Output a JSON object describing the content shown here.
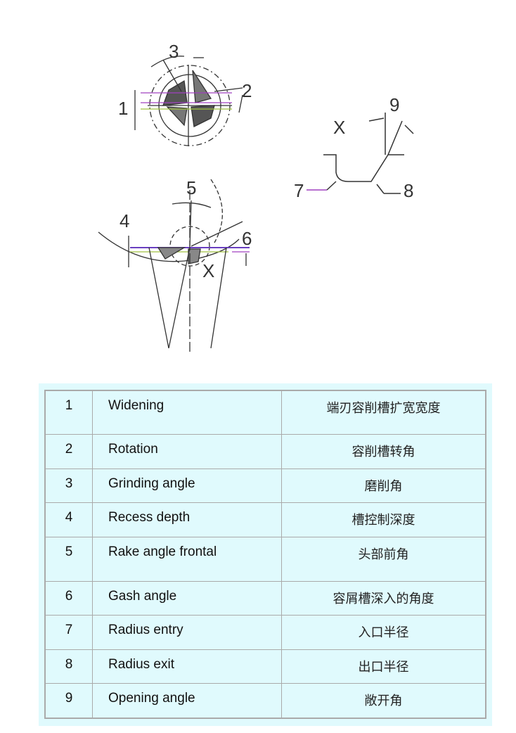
{
  "diagram": {
    "labels": {
      "top_3": "3",
      "top_2": "2",
      "top_1": "1",
      "mid_5": "5",
      "mid_4": "4",
      "mid_6": "6",
      "mid_x": "X",
      "detail_x": "X",
      "detail_9": "9",
      "detail_7": "7",
      "detail_8": "8"
    }
  },
  "table": {
    "rows": [
      {
        "num": "1",
        "en": "Widening",
        "zh": "端刃容削槽扩宽宽度"
      },
      {
        "num": "2",
        "en": "Rotation",
        "zh": "容削槽转角"
      },
      {
        "num": "3",
        "en": "Grinding angle",
        "zh": "磨削角"
      },
      {
        "num": "4",
        "en": "Recess depth",
        "zh": "槽控制深度"
      },
      {
        "num": "5",
        "en": "Rake angle frontal",
        "zh": "头部前角"
      },
      {
        "num": "6",
        "en": "Gash angle",
        "zh": "容屑槽深入的角度"
      },
      {
        "num": "7",
        "en": "Radius entry",
        "zh": "入口半径"
      },
      {
        "num": "8",
        "en": "Radius exit",
        "zh": "出口半径"
      },
      {
        "num": "9",
        "en": "Opening angle",
        "zh": "敞开角"
      }
    ]
  }
}
